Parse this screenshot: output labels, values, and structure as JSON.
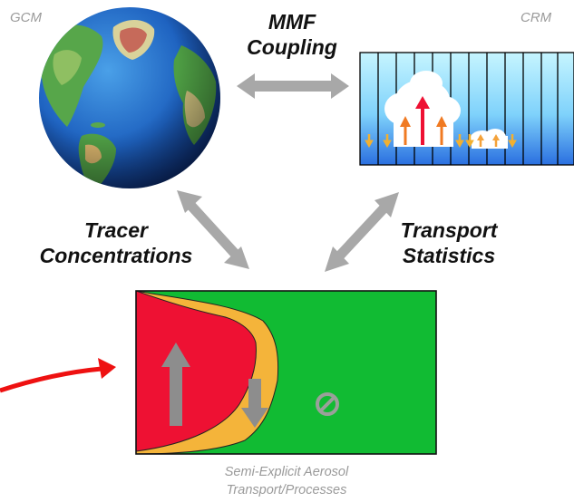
{
  "labels": {
    "gcm": "GCM",
    "crm": "CRM",
    "mmf_line1": "MMF",
    "mmf_line2": "Coupling",
    "tracer_line1": "Tracer",
    "tracer_line2": "Concentrations",
    "transport_line1": "Transport",
    "transport_line2": "Statistics",
    "caption_line1": "Semi-Explicit Aerosol",
    "caption_line2": "Transport/Processes"
  },
  "colors": {
    "arrow_gray": "#a8a8a8",
    "red_arrow": "#ee1111",
    "box_green": "#11bb33",
    "updraft_red": "#ee1133",
    "downdraft_orange": "#f4b43a",
    "crm_blue_dark": "#2f7ce0",
    "crm_blue_light": "#bff0ff"
  },
  "icons": [
    "globe-icon",
    "crm-grid-icon",
    "no-symbol-icon"
  ]
}
